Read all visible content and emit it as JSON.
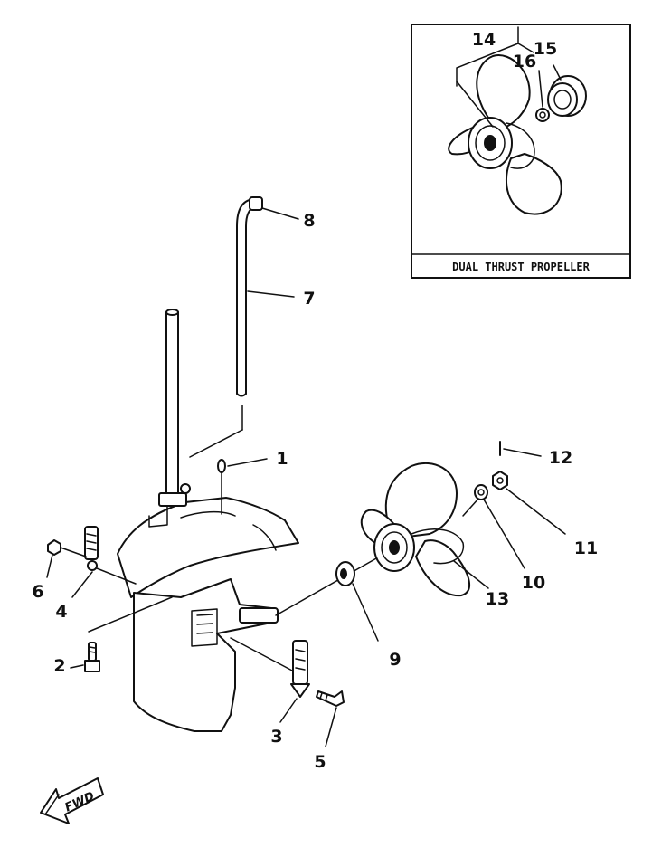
{
  "inset": {
    "caption": "DUAL THRUST PROPELLER"
  },
  "callouts": {
    "c1": "1",
    "c2": "2",
    "c3": "3",
    "c4": "4",
    "c5": "5",
    "c6": "6",
    "c7": "7",
    "c8": "8",
    "c9": "9",
    "c10": "10",
    "c11": "11",
    "c12": "12",
    "c13": "13",
    "c14": "14",
    "c15": "15",
    "c16": "16"
  },
  "direction_badge": {
    "label": "FWD"
  }
}
